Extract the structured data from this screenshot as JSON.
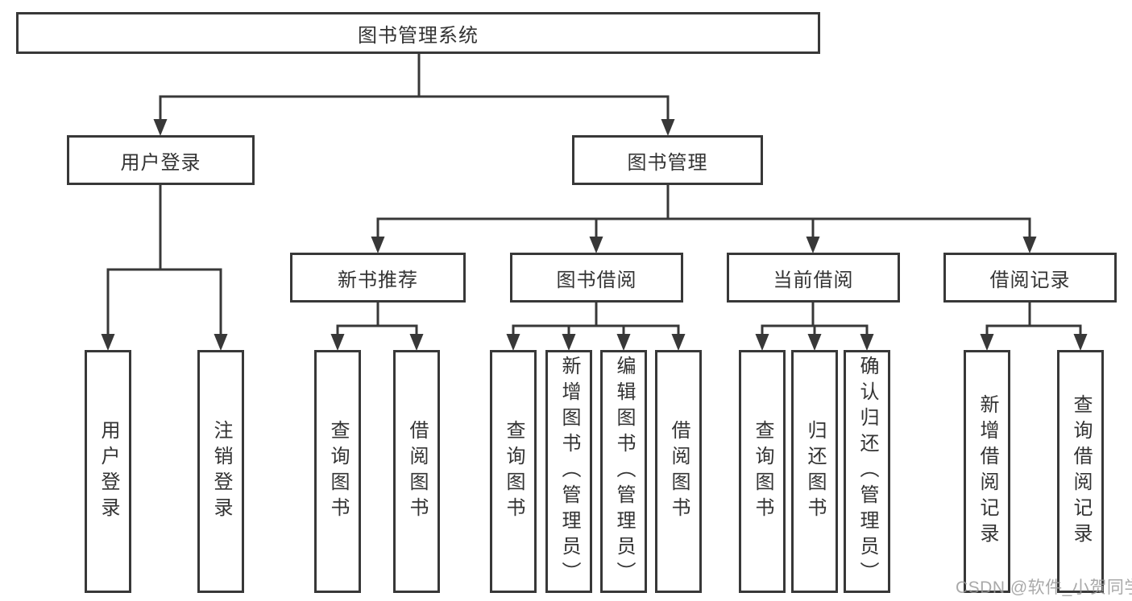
{
  "diagram": {
    "root": "图书管理系统",
    "branches": [
      {
        "label": "用户登录",
        "leaves": [
          "用户登录",
          "注销登录"
        ]
      },
      {
        "label": "图书管理",
        "groups": [
          {
            "label": "新书推荐",
            "leaves": [
              "查询图书",
              "借阅图书"
            ]
          },
          {
            "label": "图书借阅",
            "leaves": [
              "查询图书",
              "新增图书（管理员）",
              "编辑图书（管理员）",
              "借阅图书"
            ]
          },
          {
            "label": "当前借阅",
            "leaves": [
              "查询图书",
              "归还图书",
              "确认归还（管理员）"
            ]
          },
          {
            "label": "借阅记录",
            "leaves": [
              "新增借阅记录",
              "查询借阅记录"
            ]
          }
        ]
      }
    ]
  },
  "watermark": "CSDN @软件_小贺同学",
  "colors": {
    "line": "#383838",
    "box_border": "#383838",
    "text": "#333333",
    "watermark": "#9a9a9a",
    "background": "#ffffff"
  }
}
